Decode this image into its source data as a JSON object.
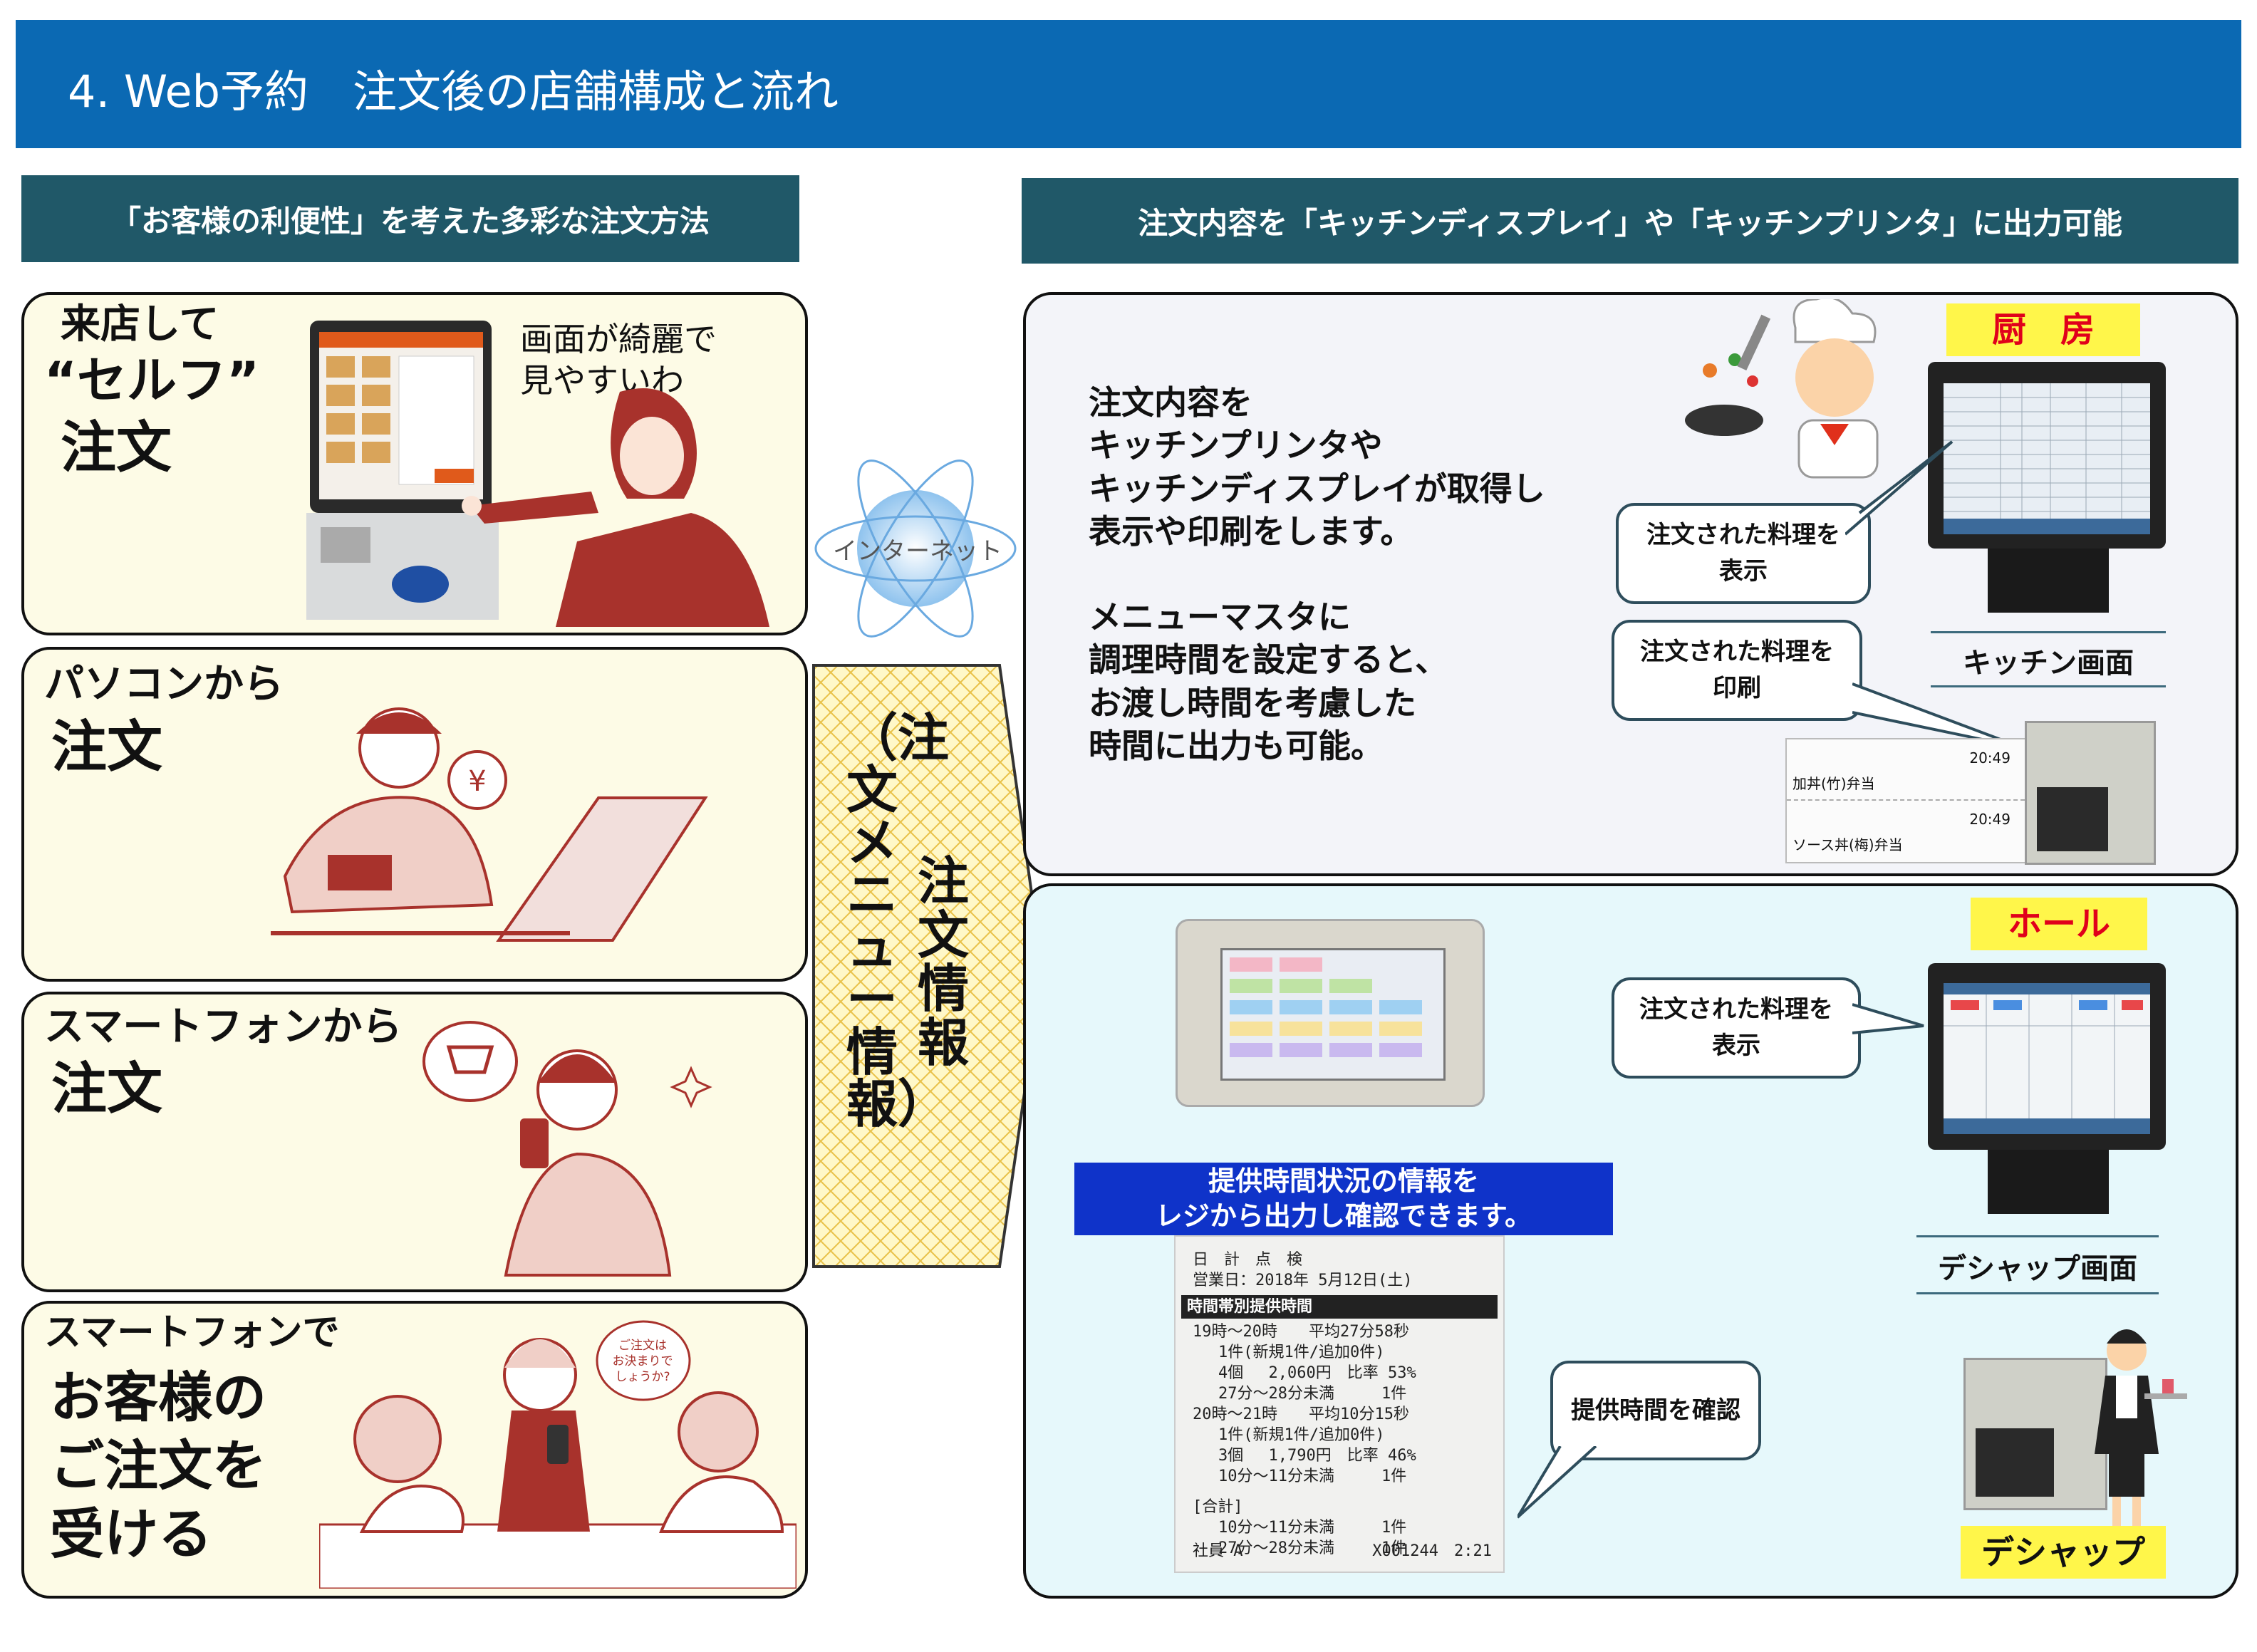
{
  "header": {
    "title": "4. Web予約　注文後の店舗構成と流れ"
  },
  "left_subtitle": "「お客様の利便性」を考えた多彩な注文方法",
  "right_subtitle": "注文内容を「キッチンディスプレイ」や「キッチンプリンタ」に出力可能",
  "order_methods": [
    {
      "line1": "来店して",
      "line2": "“セルフ”",
      "line3": "注文",
      "speech": [
        "画面が綺麗で",
        "見やすいわ"
      ]
    },
    {
      "line1": "パソコンから",
      "line2": "注文"
    },
    {
      "line1": "スマートフォンから",
      "line2": "注文"
    },
    {
      "line1": "スマートフォンで",
      "line2": "お客様の",
      "line3": "ご注文を",
      "line4": "受ける",
      "bubble": [
        "ご注文は",
        "お決まりで",
        "しょうか?"
      ]
    }
  ],
  "internet_label": "インターネット",
  "flow_arrow": {
    "left_col": "（注文メニュー情報）",
    "right_col": "注文情報"
  },
  "kitchen": {
    "tag": "厨　房",
    "description": [
      "注文内容を",
      "キッチンプリンタや",
      "キッチンディスプレイが取得し",
      "表示や印刷をします。",
      "",
      "メニューマスタに",
      "調理時間を設定すると、",
      "お渡し時間を考慮した",
      "時間に出力も可能。"
    ],
    "callout_display": [
      "注文された料理を",
      "表示"
    ],
    "callout_print": [
      "注文された料理を",
      "印刷"
    ],
    "screen_label": "キッチン画面",
    "ticket_lines": [
      "加丼(竹)弁当",
      "ソース丼(梅)弁当"
    ],
    "ticket_times": [
      "20:49",
      "20:49"
    ]
  },
  "hall": {
    "tag": "ホール",
    "callout_display": [
      "注文された料理を",
      "表示"
    ],
    "screen_label": "デシャップ画面",
    "info_banner": [
      "提供時間状況の情報を",
      "レジから出力し確認できます。"
    ],
    "callout_check": "提供時間を確認",
    "dishup_label": "デシャップ",
    "receipt": {
      "title": "日　計　点　検",
      "date": "営業日：2018年 5月12日(土)",
      "header": "時間帯別提供時間",
      "lines": [
        "19時〜20時　　平均27分58秒",
        "1件(新規1件/追加0件)",
        "4個　 2,060円　比率 53%",
        "27分〜28分未満　　　1件",
        "20時〜21時　　平均10分15秒",
        "1件(新規1件/追加0件)",
        "3個　 1,790円　比率 46%",
        "10分〜11分未満　　　1件",
        "[合計]",
        "10分〜11分未満　　　1件",
        "27分〜28分未満　　　1件"
      ],
      "footer_left": "社員 A",
      "footer_right": "X001244　2:21"
    }
  },
  "colors": {
    "header_bg": "#0b69b3",
    "subtitle_bg": "#205868",
    "tag_bg": "#fff64a",
    "tag_text": "#e0001b",
    "kitchen_panel": "#f3f4f9",
    "hall_panel": "#e6f8fb",
    "order_panel": "#fdfbe6"
  }
}
